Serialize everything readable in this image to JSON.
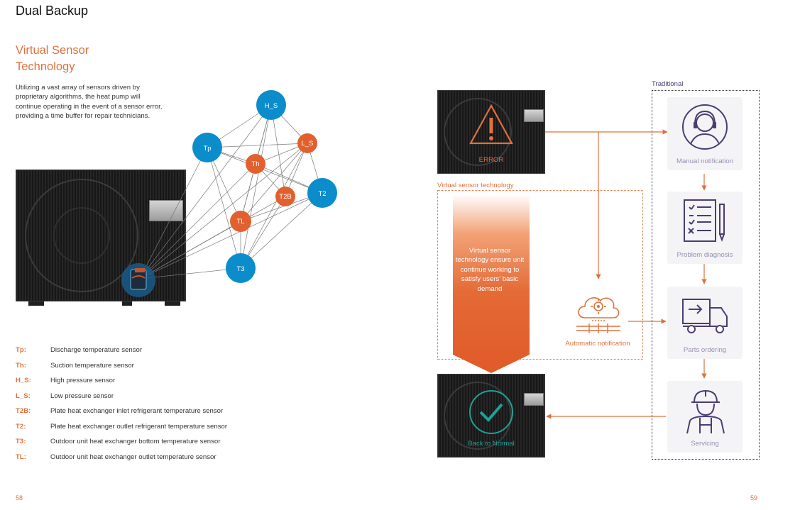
{
  "page": {
    "title": "Dual Backup",
    "left_page_number": "58",
    "right_page_number": "59"
  },
  "section": {
    "title_line1": "Virtual Sensor",
    "title_line2": "Technology",
    "intro": "Utilizing a vast array of sensors driven by proprietary algorithms, the heat pump will continue operating in the event of a sensor error, providing a time buffer for repair technicians."
  },
  "network": {
    "nodes": [
      {
        "label": "H_S"
      },
      {
        "label": "Tp"
      },
      {
        "label": "L_S"
      },
      {
        "label": "Th"
      },
      {
        "label": "T2B"
      },
      {
        "label": "T2"
      },
      {
        "label": "TL"
      },
      {
        "label": "T3"
      }
    ]
  },
  "legend": [
    {
      "code": "Tp:",
      "desc": "Discharge temperature sensor"
    },
    {
      "code": "Th:",
      "desc": "Suction temperature sensor"
    },
    {
      "code": "H_S:",
      "desc": "High pressure sensor"
    },
    {
      "code": "L_S:",
      "desc": "Low pressure sensor"
    },
    {
      "code": "T2B:",
      "desc": "Plate heat exchanger inlet refrigerant temperature sensor"
    },
    {
      "code": "T2:",
      "desc": "Plate heat exchanger outlet refrigerant temperature sensor"
    },
    {
      "code": "T3:",
      "desc": "Outdoor unit heat exchanger bottom temperature sensor"
    },
    {
      "code": "TL:",
      "desc": "Outdoor unit heat exchanger outlet temperature sensor"
    }
  ],
  "diagram": {
    "error_label": "ERROR",
    "virtual_title": "Virtual sensor technology",
    "virtual_text": "Virtual sensor technology ensure unit continue working to satisfy users' basic demand",
    "automatic_notification": "Automatic notification",
    "back_to_normal": "Back to Normal",
    "traditional_title": "Traditional",
    "steps": [
      {
        "label": "Manual notification",
        "icon": "customer-service-icon"
      },
      {
        "label": "Problem diagnosis",
        "icon": "checklist-icon"
      },
      {
        "label": "Parts ordering",
        "icon": "delivery-truck-icon"
      },
      {
        "label": "Servicing",
        "icon": "technician-icon"
      }
    ]
  },
  "colors": {
    "orange": "#e0713d",
    "blue": "#0b8ccb",
    "purple": "#4a3d73",
    "teal": "#1aa39a"
  }
}
